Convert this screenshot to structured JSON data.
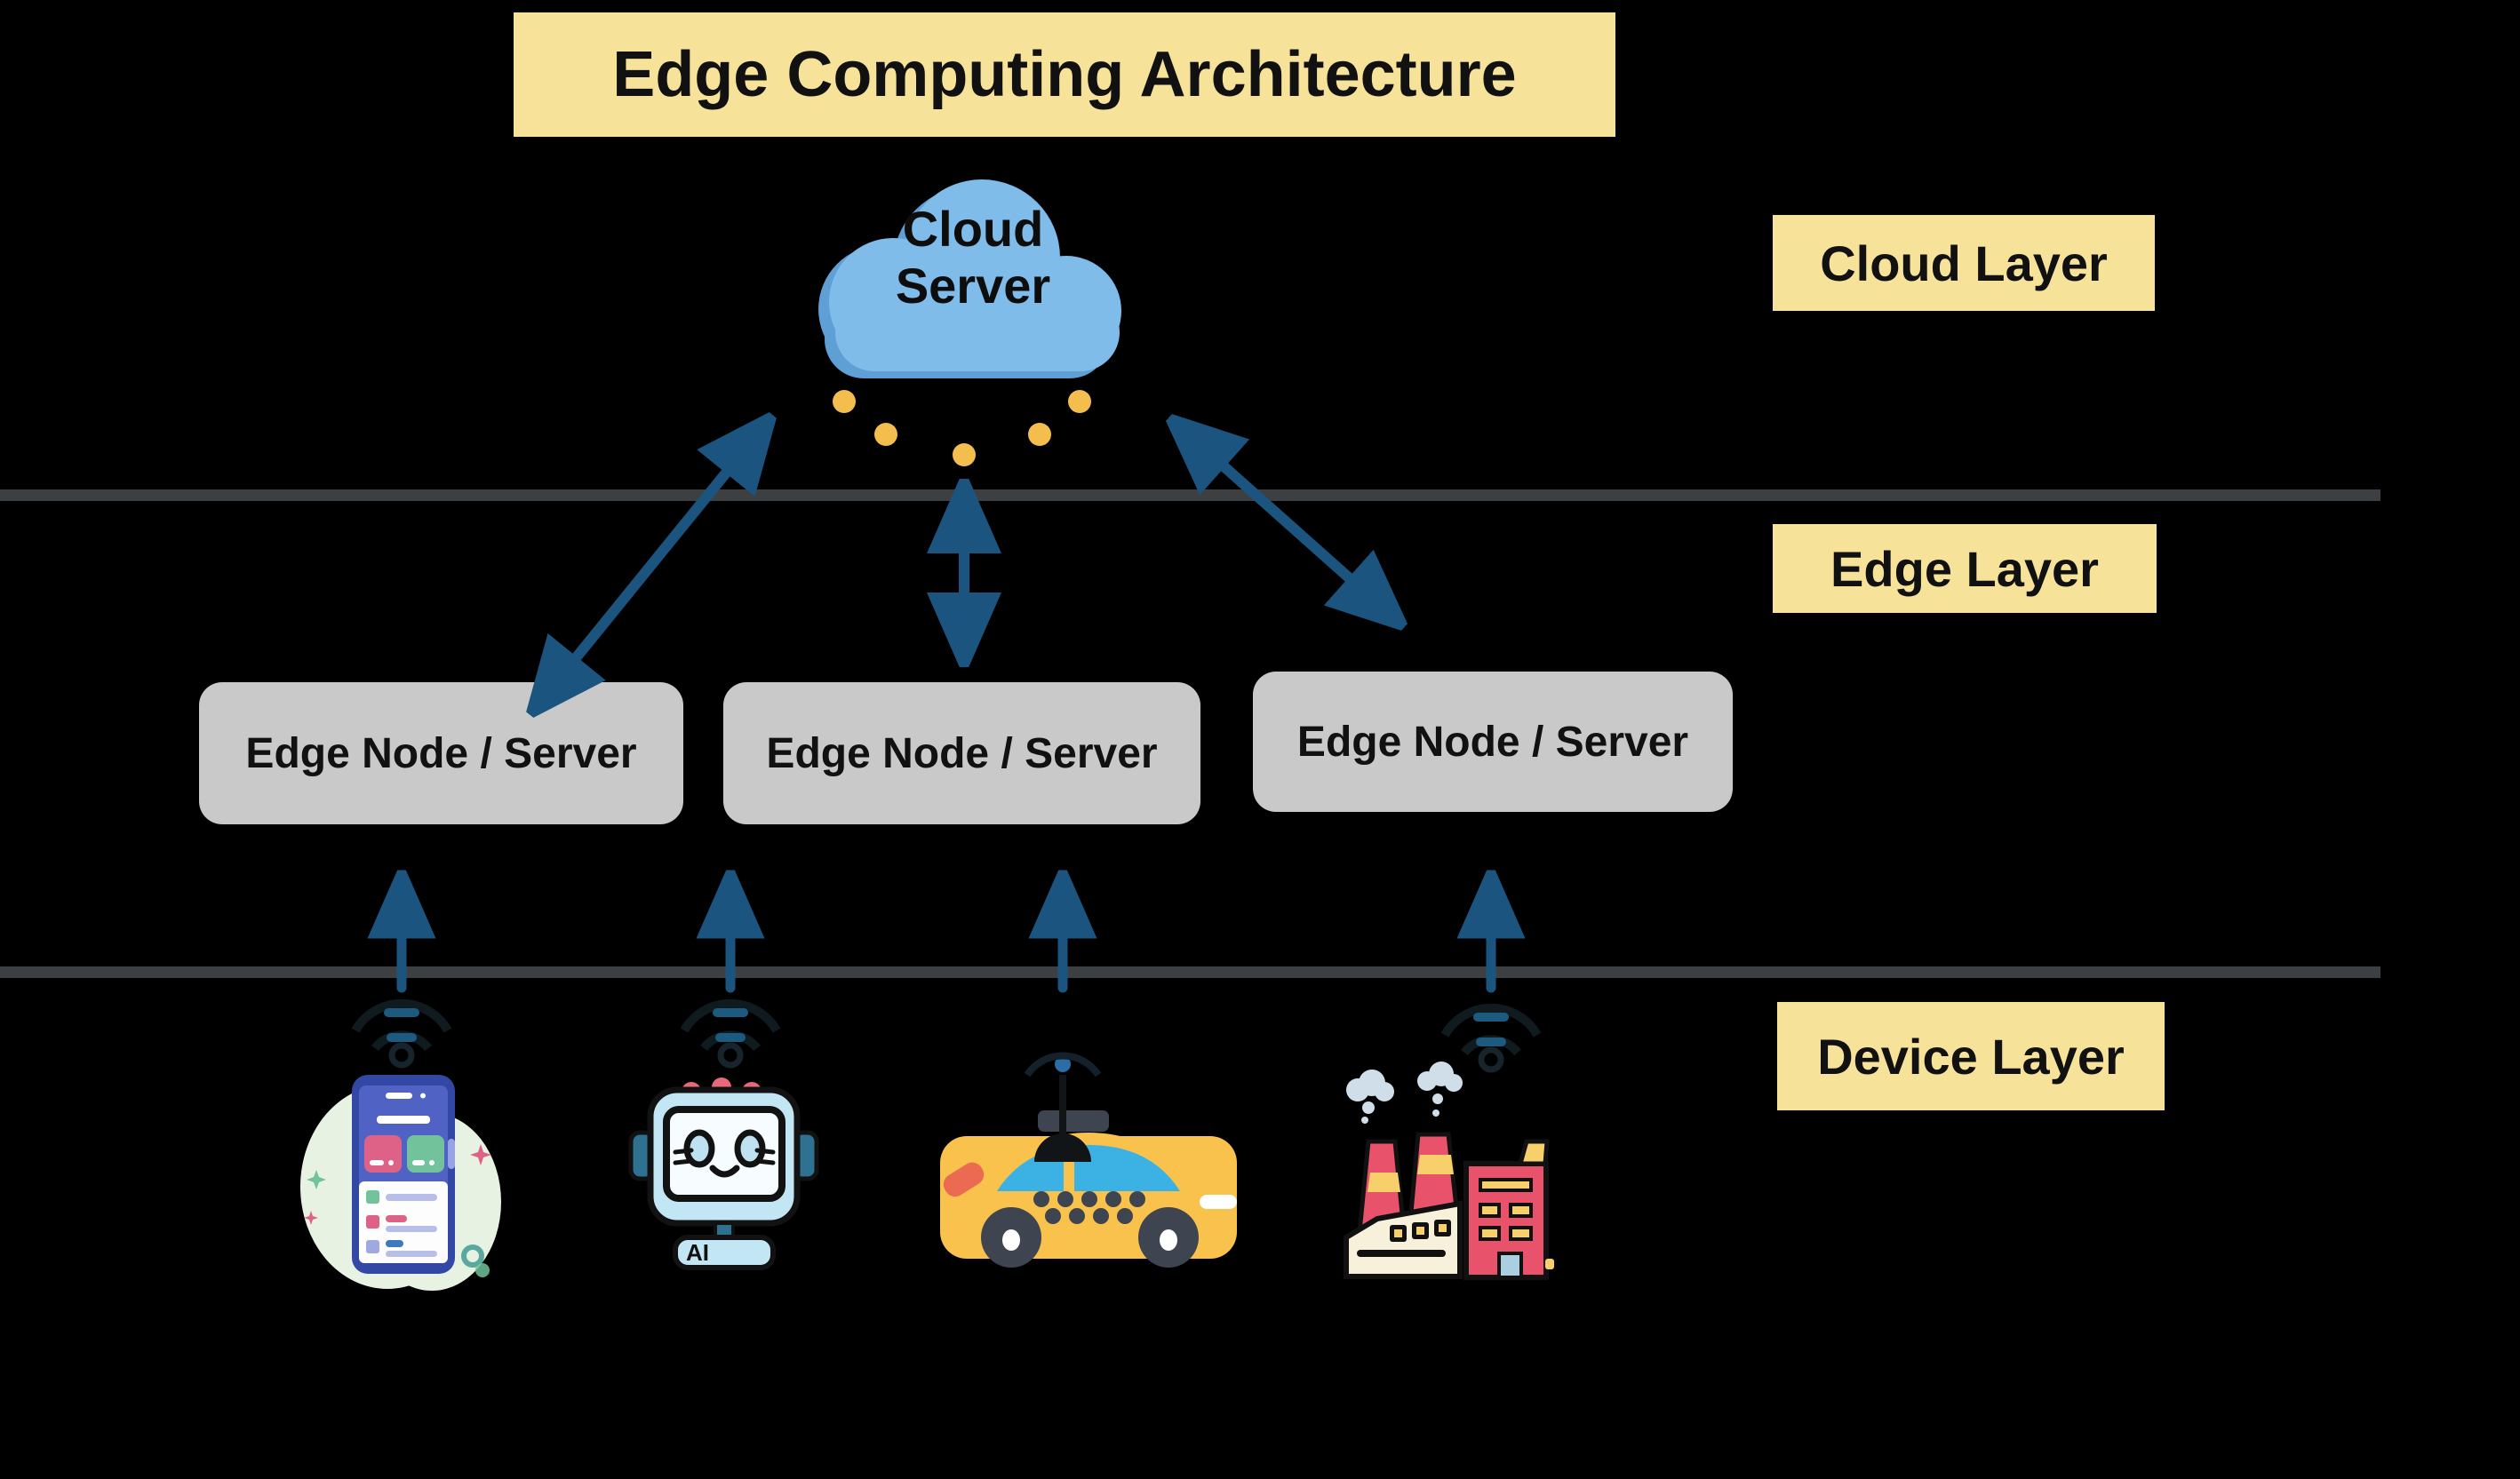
{
  "title": {
    "label": "Edge Computing Architecture"
  },
  "cloud": {
    "label_lines": [
      "Cloud",
      "Server"
    ]
  },
  "layers": [
    {
      "label": "Cloud Layer"
    },
    {
      "label": "Edge Layer"
    },
    {
      "label": "Device Layer"
    }
  ],
  "edge_nodes": [
    {
      "label": "Edge Node / Server"
    },
    {
      "label": "Edge Node / Server"
    },
    {
      "label": "Edge Node / Server"
    }
  ],
  "devices": [
    {
      "name": "smartphone"
    },
    {
      "name": "ai-robot",
      "badge": "AI"
    },
    {
      "name": "taxi"
    },
    {
      "name": "factory"
    }
  ],
  "icons": [
    "cloud-icon",
    "network-dot-icon",
    "wifi-icon",
    "antenna-icon",
    "smartphone-icon",
    "robot-icon",
    "taxi-icon",
    "factory-icon",
    "arrow-icon"
  ],
  "colors": {
    "background": "#000000",
    "label_bg": "#F7E299",
    "node_bg": "#C9C9C9",
    "divider": "#3C4043",
    "arrow": "#1C5480",
    "cloud": "#7FBCE9",
    "cloud_shadow": "#5E9FD6",
    "network_dot": "#F3BE4E",
    "text": "#111111"
  }
}
